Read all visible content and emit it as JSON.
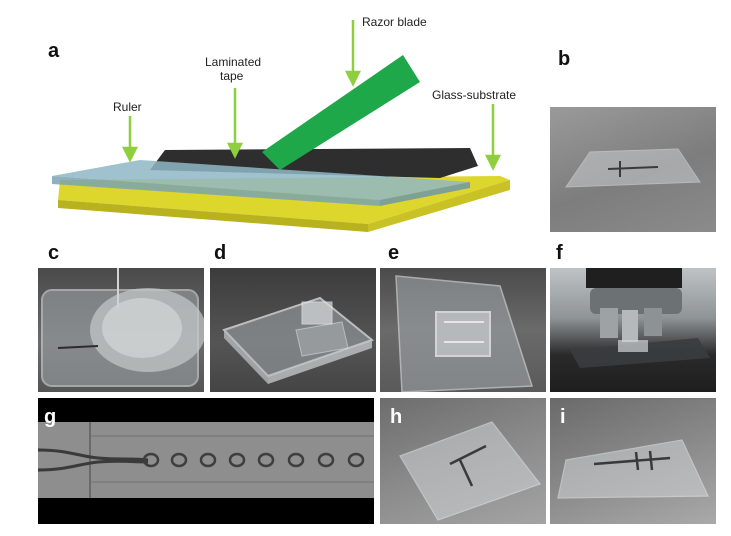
{
  "panels": {
    "a": "a",
    "b": "b",
    "c": "c",
    "d": "d",
    "e": "e",
    "f": "f",
    "g": "g",
    "h": "h",
    "i": "i"
  },
  "schematic_labels": {
    "razor_blade": "Razor blade",
    "laminated_tape_line1": "Laminated",
    "laminated_tape_line2": "tape",
    "ruler": "Ruler",
    "glass_substrate": "Glass-substrate"
  },
  "colors": {
    "arrow": "#8fcf3f",
    "razor": "#1ea84a",
    "substrate": "#d7d429",
    "tape": "#2b2b2b",
    "ruler": "#8fb7c6"
  }
}
